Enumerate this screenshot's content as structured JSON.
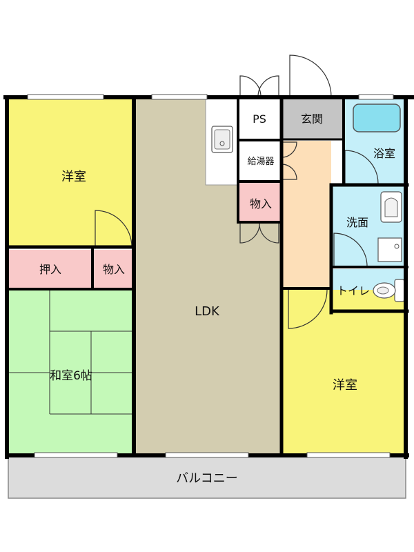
{
  "rooms": {
    "western_room_top_left": "洋室",
    "closet_oshiire": "押入",
    "storage_left": "物入",
    "japanese_room": "和室6帖",
    "ldk": "LDK",
    "ps": "PS",
    "entrance": "玄関",
    "water_heater": "給湯器",
    "storage_center": "物入",
    "bathroom": "浴室",
    "washroom": "洗面",
    "toilet": "トイレ",
    "western_room_right": "洋室",
    "balcony": "バルコニー"
  },
  "colors": {
    "western_room": "#f9f47a",
    "japanese_room": "#c4f9b8",
    "ldk": "#d3cdb0",
    "closet": "#f9c9c9",
    "hallway": "#fddfb8",
    "entrance": "#c5c5c5",
    "wet_area": "#c5eff9",
    "balcony": "#dcdcdc",
    "wall": "#000000"
  }
}
